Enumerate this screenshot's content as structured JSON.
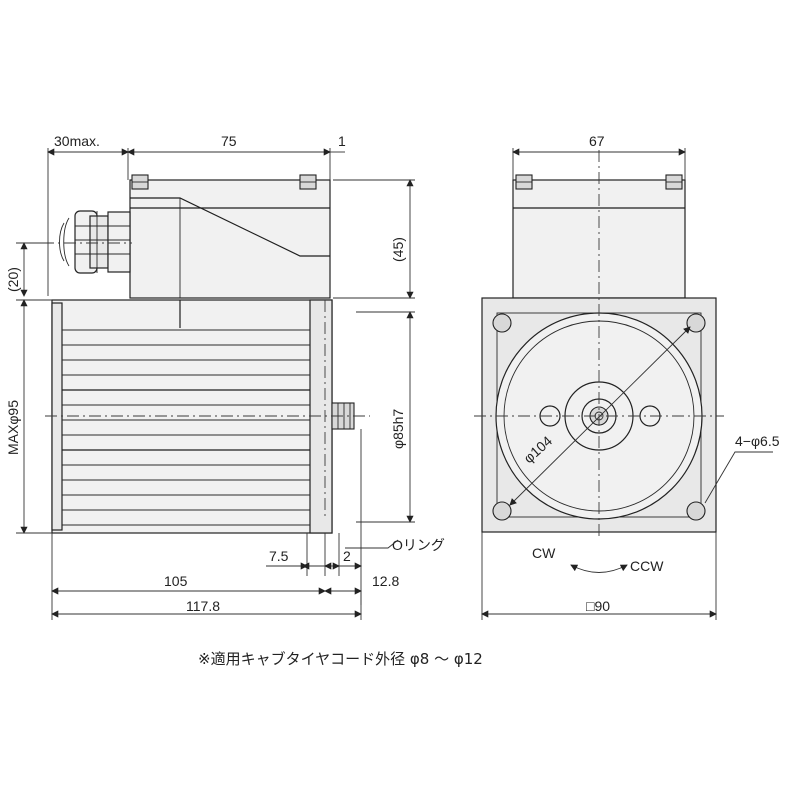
{
  "labels": {
    "top_left": "30max.",
    "top_mid": "75",
    "top_right": "1",
    "left_20": "(20)",
    "left_95": "MAXφ95",
    "right_45": "(45)",
    "right_85": "φ85h7",
    "bottom_75": "7.5",
    "bottom_2": "2",
    "oring": "Oリング",
    "bottom_105": "105",
    "bottom_128": "12.8",
    "bottom_1178": "117.8",
    "front_67": "67",
    "front_104": "φ104",
    "front_holes": "4−φ6.5",
    "cw": "CW",
    "ccw": "CCW",
    "front_90": "□90"
  },
  "footnote": "※適用キャブタイヤコード外径 φ8 〜 φ12"
}
